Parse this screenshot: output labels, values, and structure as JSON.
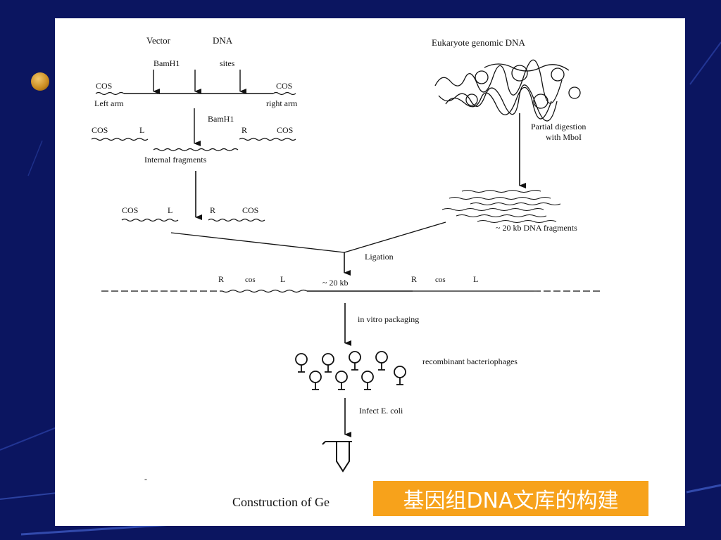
{
  "colors": {
    "background": "#0b1560",
    "panel": "#ffffff",
    "label_background": "#f7a21b",
    "label_text": "#ffffff"
  },
  "title_label": "基因组DNA文库的构建",
  "diagram": {
    "vector_title": "Vector",
    "dna_title": "DNA",
    "bamh1_sites": "BamH1",
    "sites_label": "sites",
    "cos_left": "COS",
    "cos_right": "COS",
    "left_arm": "Left arm",
    "right_arm": "right arm",
    "bamh1_step": "BamH1",
    "frag_cos_left": "COS",
    "frag_l": "L",
    "frag_r": "R",
    "frag_cos_right": "COS",
    "internal_fragments": "Internal fragments",
    "arm_cos_left": "COS",
    "arm_l": "L",
    "arm_r": "R",
    "arm_cos_right": "COS",
    "eukaryote_dna": "Eukaryote genomic DNA",
    "partial_digestion_1": "Partial digestion",
    "partial_digestion_2": "with MboI",
    "dna_fragments": "~ 20 kb DNA fragments",
    "ligation": "Ligation",
    "concat_r1": "R",
    "concat_cos1": "cos",
    "concat_l1": "L",
    "concat_20kb": "~ 20 kb",
    "concat_r2": "R",
    "concat_cos2": "cos",
    "concat_l2": "L",
    "in_vitro_packaging": "in vitro packaging",
    "recombinant_phages": "recombinant bacteriophages",
    "infect_ecoli": "Infect E. coli",
    "caption": "Construction of Ge"
  }
}
